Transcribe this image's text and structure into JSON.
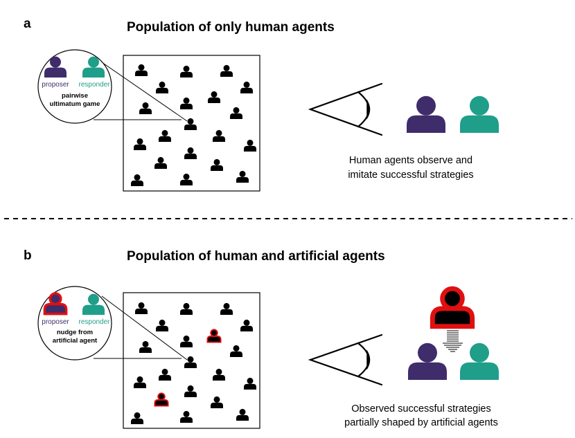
{
  "panel_a": {
    "letter": "a",
    "title": "Population of only human agents",
    "zoom": {
      "proposer": "proposer",
      "responder": "responder",
      "caption_line1": "pairwise",
      "caption_line2": "ultimatum game"
    },
    "observer_caption_line1": "Human agents observe and",
    "observer_caption_line2": "imitate successful strategies"
  },
  "panel_b": {
    "letter": "b",
    "title": "Population of human and artificial agents",
    "zoom": {
      "proposer": "proposer",
      "responder": "responder",
      "caption_line1": "nudge from",
      "caption_line2": "artificial agent"
    },
    "observer_caption_line1": "Observed successful strategies",
    "observer_caption_line2": "partially shaped by artificial agents"
  },
  "colors": {
    "proposer": "#3f2c6b",
    "responder": "#1f9e8a",
    "human": "#000000",
    "artificial_outline": "#e01010"
  },
  "icons": [
    "person-icon",
    "eye-icon",
    "down-arrow-icon"
  ]
}
